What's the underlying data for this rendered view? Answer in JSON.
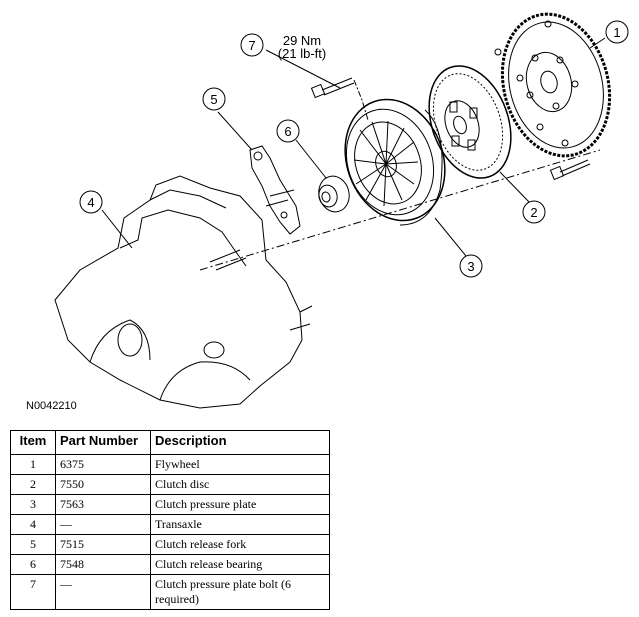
{
  "diagram": {
    "torque": {
      "nm": "29 Nm",
      "lbft": "(21 lb-ft)"
    },
    "callouts": [
      "1",
      "2",
      "3",
      "4",
      "5",
      "6",
      "7"
    ],
    "figure_code": "N0042210"
  },
  "table": {
    "headers": {
      "item": "Item",
      "part_number": "Part Number",
      "description": "Description"
    },
    "rows": [
      {
        "item": "1",
        "part_number": "6375",
        "description": "Flywheel"
      },
      {
        "item": "2",
        "part_number": "7550",
        "description": "Clutch disc"
      },
      {
        "item": "3",
        "part_number": "7563",
        "description": "Clutch pressure plate"
      },
      {
        "item": "4",
        "part_number": "—",
        "description": "Transaxle"
      },
      {
        "item": "5",
        "part_number": "7515",
        "description": "Clutch release fork"
      },
      {
        "item": "6",
        "part_number": "7548",
        "description": "Clutch release bearing"
      },
      {
        "item": "7",
        "part_number": "—",
        "description": "Clutch pressure plate bolt (6 required)"
      }
    ]
  }
}
